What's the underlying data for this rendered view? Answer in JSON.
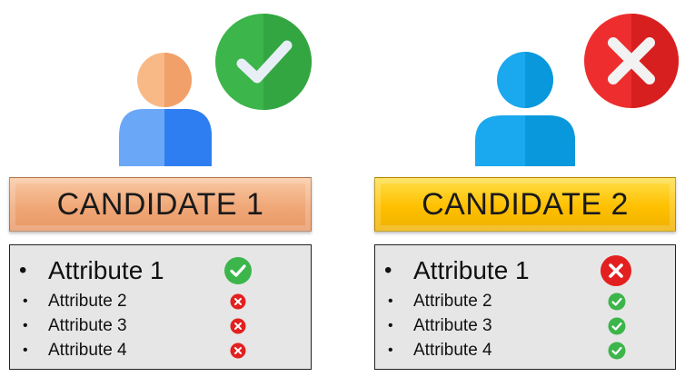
{
  "colors": {
    "approve": "#3cb54a",
    "reject": "#e32020",
    "candidate1_banner": "#f0a777",
    "candidate2_banner": "#ffc000",
    "candidate1_head": "#f4a46a",
    "candidate1_body": "#3d86f5",
    "candidate2_person": "#0a9fe6"
  },
  "candidates": [
    {
      "title": "CANDIDATE 1",
      "overall_status": "approved",
      "overall_icon": "check-circle-icon",
      "attributes": [
        {
          "label": "Attribute 1",
          "status": "check-circle-icon"
        },
        {
          "label": "Attribute 2",
          "status": "x-circle-icon"
        },
        {
          "label": "Attribute 3",
          "status": "x-circle-icon"
        },
        {
          "label": "Attribute 4",
          "status": "x-circle-icon"
        }
      ]
    },
    {
      "title": "CANDIDATE 2",
      "overall_status": "rejected",
      "overall_icon": "x-circle-icon",
      "attributes": [
        {
          "label": "Attribute 1",
          "status": "x-circle-icon"
        },
        {
          "label": "Attribute 2",
          "status": "check-circle-icon"
        },
        {
          "label": "Attribute 3",
          "status": "check-circle-icon"
        },
        {
          "label": "Attribute 4",
          "status": "check-circle-icon"
        }
      ]
    }
  ]
}
